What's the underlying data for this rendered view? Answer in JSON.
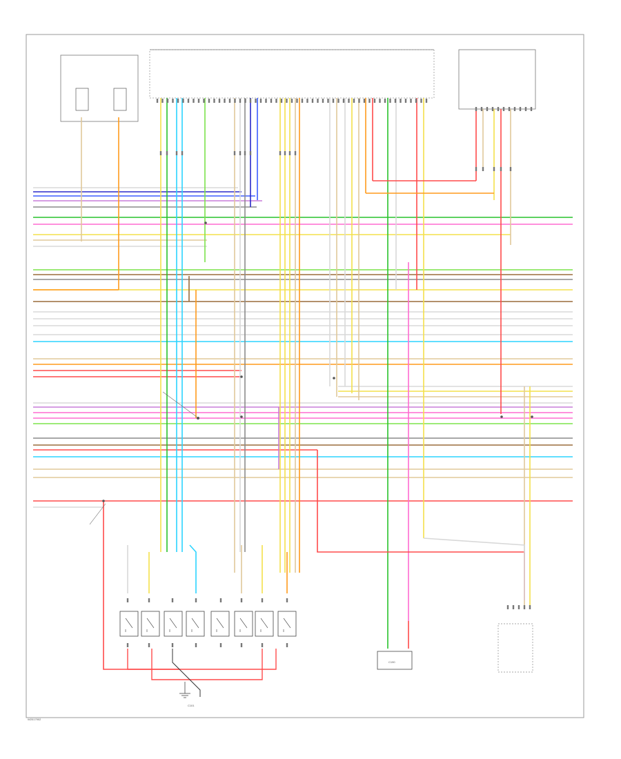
{
  "diagram": {
    "footer_code": "W2017902",
    "bottom_connector_label": "C101",
    "center_box_label": "C190"
  },
  "palette": {
    "tan": "#e0c89a",
    "orange": "#ff9a1a",
    "light_blue": "#3a5cff",
    "dark_blue": "#2828c8",
    "yellow": "#f4e04a",
    "green": "#27c22a",
    "light_green": "#7be34a",
    "pink": "#ff6ad0",
    "violet": "#c77bd9",
    "red": "#ff4a4a",
    "brown": "#9a6b3a",
    "grey": "#8a8a8a",
    "cyan": "#2ad4ff",
    "white": "#d8d8d8",
    "black": "#333333"
  },
  "icons": [
    "relay-switch-icon",
    "ground-symbol-icon",
    "splice-icon"
  ]
}
